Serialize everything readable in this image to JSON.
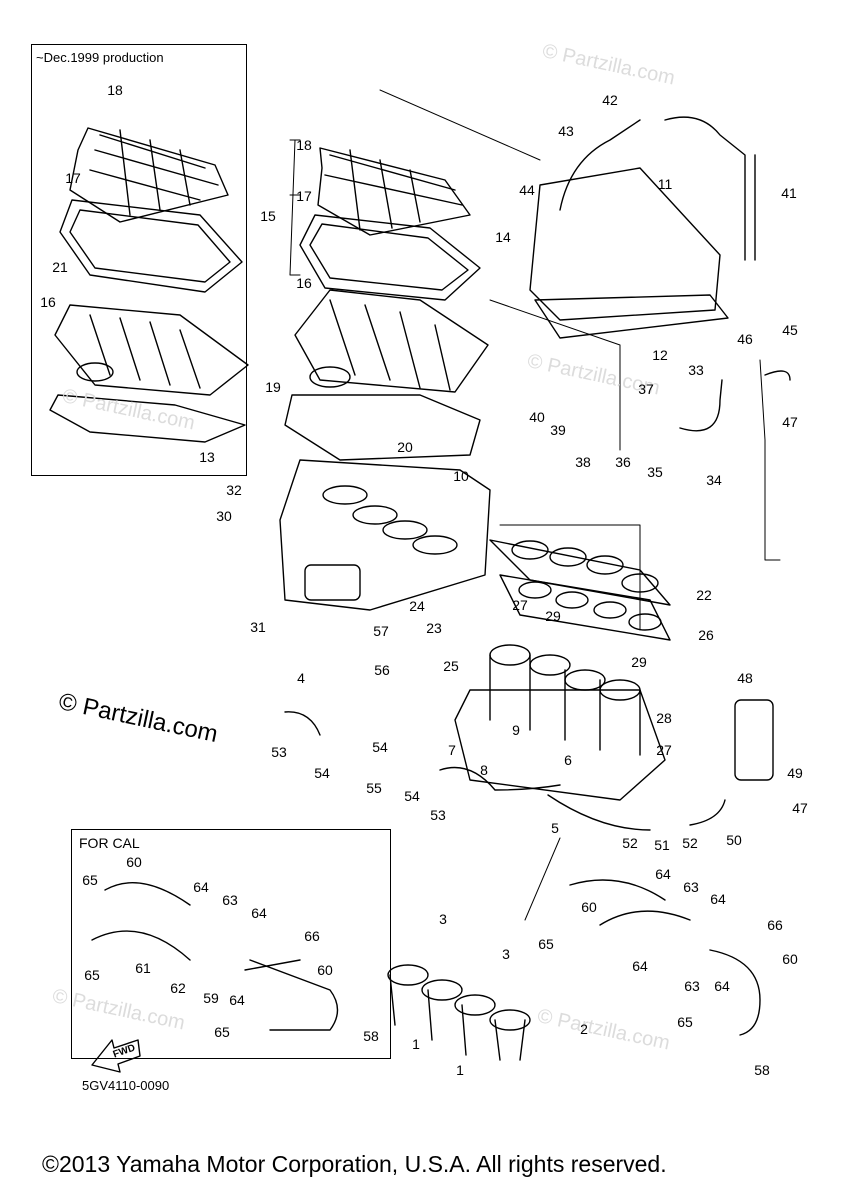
{
  "inset_top": {
    "title": "~Dec.1999 production"
  },
  "inset_cal": {
    "title": "FOR CAL"
  },
  "diagram_code": "5GV4110-0090",
  "fwd_label": "FWD",
  "watermark": "© Partzilla.com",
  "watermark_small": "© Partzilla.com",
  "copyright": "©2013 Yamaha Motor Corporation, U.S.A. All rights reserved.",
  "callouts": [
    "18",
    "17",
    "21",
    "16",
    "13",
    "18",
    "17",
    "15",
    "16",
    "19",
    "20",
    "10",
    "11",
    "12",
    "14",
    "41",
    "42",
    "43",
    "44",
    "45",
    "46",
    "33",
    "47",
    "40",
    "39",
    "37",
    "38",
    "36",
    "35",
    "34",
    "32",
    "30",
    "31",
    "22",
    "26",
    "24",
    "23",
    "25",
    "27",
    "29",
    "29",
    "57",
    "56",
    "54",
    "53",
    "55",
    "54",
    "54",
    "4",
    "48",
    "28",
    "27",
    "49",
    "9",
    "7",
    "8",
    "6",
    "53",
    "5",
    "52",
    "51",
    "52",
    "50",
    "47",
    "60",
    "65",
    "64",
    "63",
    "64",
    "66",
    "61",
    "65",
    "62",
    "59",
    "64",
    "65",
    "58",
    "60",
    "60",
    "64",
    "63",
    "64",
    "66",
    "65",
    "64",
    "63",
    "64",
    "60",
    "65",
    "58",
    "3",
    "3",
    "1",
    "1",
    "2"
  ]
}
